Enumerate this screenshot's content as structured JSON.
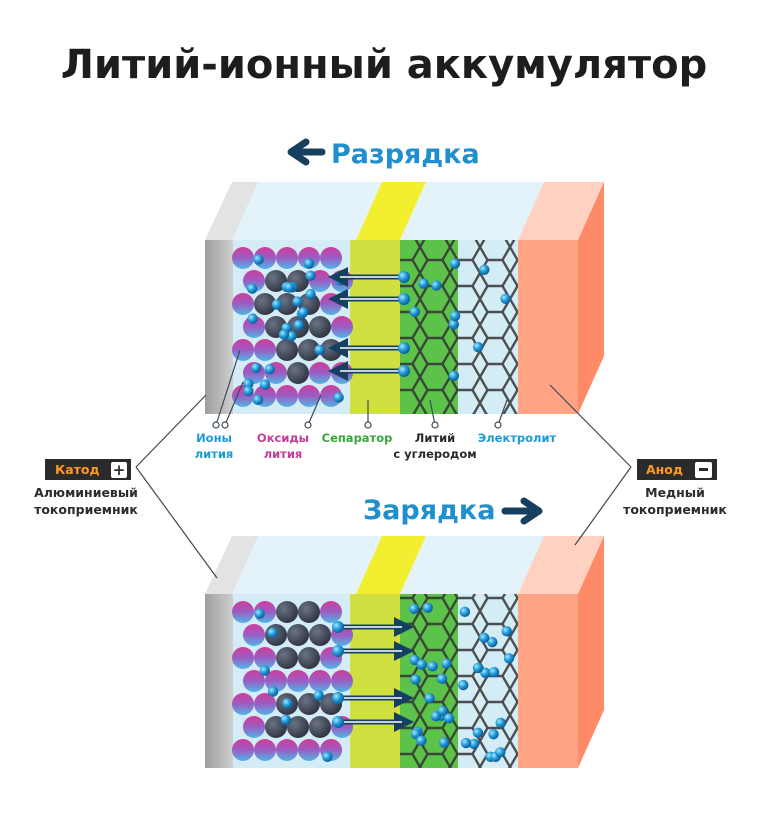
{
  "title": "Литий-ионный аккумулятор",
  "discharge_label": "Разрядка",
  "charge_label": "Зарядка",
  "labels": {
    "ions": [
      "Ионы",
      "лития"
    ],
    "oxides": [
      "Оксиды",
      "лития"
    ],
    "separator": "Сепаратор",
    "lithium_carbon": [
      "Литий",
      "с углеродом"
    ],
    "electrolyte": "Электролит"
  },
  "cathode": {
    "badge": "Катод",
    "sign": "+",
    "caption": [
      "Алюминиевый",
      "токоприемник"
    ]
  },
  "anode": {
    "badge": "Анод",
    "sign": "−",
    "caption": [
      "Медный",
      "токоприемник"
    ]
  },
  "colors": {
    "title": "#1d1d1d",
    "phase": "#1f8fcf",
    "arrow": "#16405f",
    "ions_label": "#1f9ad6",
    "oxides_label": "#c43c9c",
    "separator_label": "#3aa63a",
    "lithium_label": "#2a2a2a",
    "electrolyte_label": "#1f9ad6",
    "badge_bg": "#2b2b2b",
    "badge_text": "#ff9a1f",
    "aluminum": "#b9b9b9",
    "electrolyte_bg": "#d3ecf5",
    "separator": "#cfe040",
    "carbon_zone": "#5cc24a",
    "copper": "#ff9d80"
  },
  "icons": [
    "arrow-left-icon",
    "arrow-right-icon",
    "plus-icon",
    "minus-icon"
  ]
}
